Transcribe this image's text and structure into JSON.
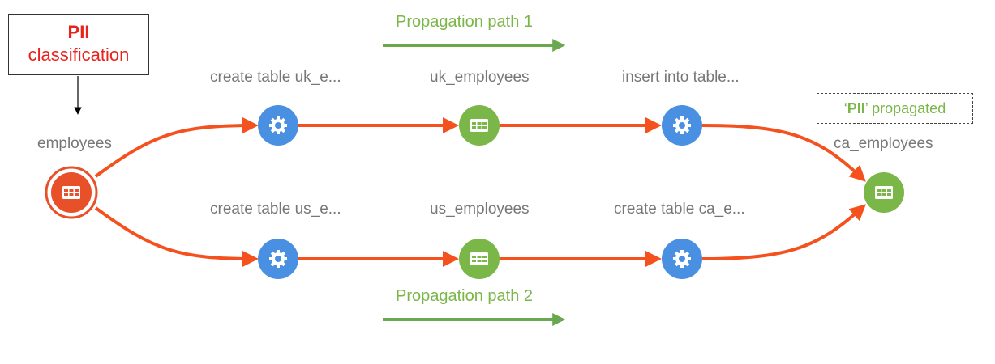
{
  "classification_box": {
    "line1": "PII",
    "line2": "classification"
  },
  "propagated_badge": {
    "open_quote": "‘",
    "term": "PII",
    "close_quote": "’",
    "suffix": " propagated"
  },
  "path_labels": {
    "path1": "Propagation path 1",
    "path2": "Propagation path 2"
  },
  "nodes": {
    "employees": {
      "label": "employees",
      "kind": "table-source"
    },
    "create_uk": {
      "label": "create table uk_e...",
      "kind": "process"
    },
    "uk_employees": {
      "label": "uk_employees",
      "kind": "table"
    },
    "insert_into": {
      "label": "insert into table...",
      "kind": "process"
    },
    "ca_employees": {
      "label": "ca_employees",
      "kind": "table"
    },
    "create_us": {
      "label": "create table us_e...",
      "kind": "process"
    },
    "us_employees": {
      "label": "us_employees",
      "kind": "table"
    },
    "create_ca": {
      "label": "create table ca_e...",
      "kind": "process"
    }
  },
  "colors": {
    "edge": "#f4511e",
    "process": "#4a90e2",
    "table": "#7ab648",
    "source": "#e8502a",
    "path_arrow": "#6aa84f",
    "pii_text": "#e8231c"
  },
  "icons": {
    "process": "gear-icon",
    "table": "table-grid-icon"
  }
}
